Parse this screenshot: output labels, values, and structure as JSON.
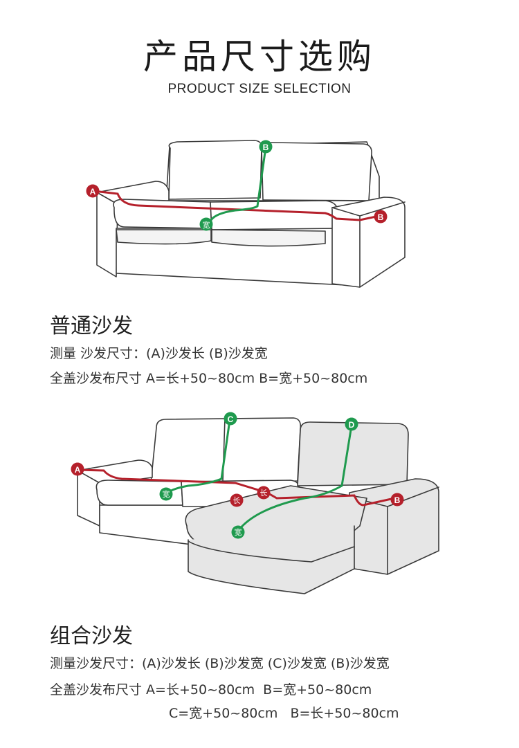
{
  "header": {
    "title": "产品尺寸选购",
    "subtitle": "PRODUCT SIZE SELECTION"
  },
  "regular_sofa": {
    "labels": {
      "a": "A",
      "b": "B",
      "b_end": "B",
      "width": "宽"
    },
    "title": "普通沙发",
    "measure": "测量 沙发尺寸：(A)沙发长 (B)沙发宽",
    "formula": "全盖沙发布尺寸 A=长+50~80cm B=宽+50~80cm"
  },
  "combo_sofa": {
    "labels": {
      "a": "A",
      "b": "B",
      "c": "C",
      "d": "D",
      "width1": "宽",
      "width2": "宽",
      "len1": "长",
      "len2": "长"
    },
    "title": "组合沙发",
    "measure": "测量沙发尺寸：(A)沙发长 (B)沙发宽 (C)沙发宽 (B)沙发宽",
    "formula1": "全盖沙发布尺寸 A=长+50~80cm  B=宽+50~80cm",
    "formula2": "C=宽+50~80cm   B=长+50~80cm"
  },
  "colors": {
    "red": "#b5202b",
    "green": "#1f9a4e",
    "outline": "#3a3a3a",
    "fill_light": "#ffffff",
    "fill_grey": "#e6e6e6"
  }
}
